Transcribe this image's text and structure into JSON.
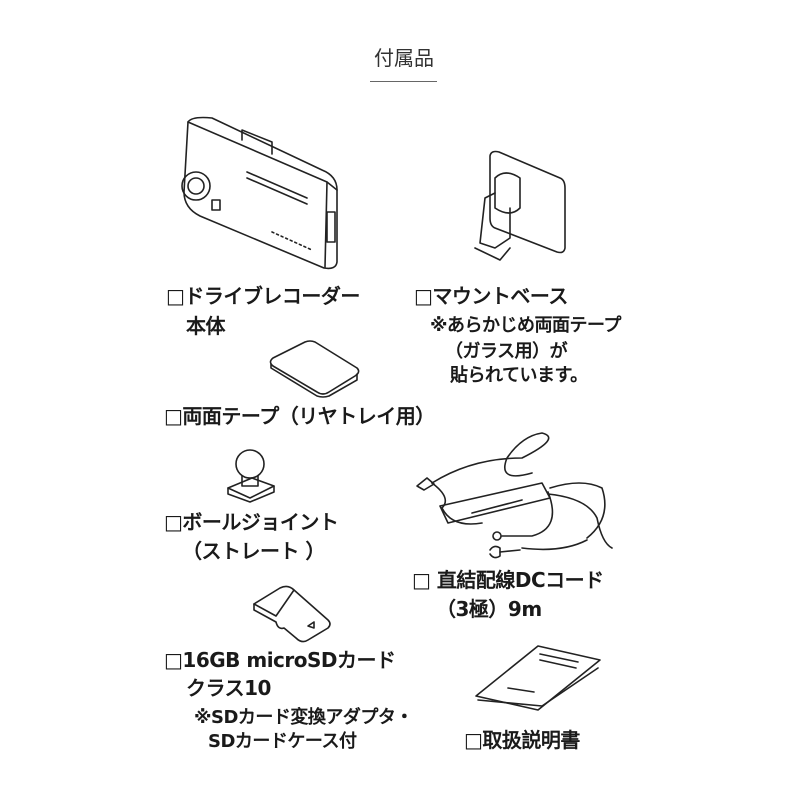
{
  "title": "付属品",
  "items": [
    {
      "label": "□ドライブレコーダー",
      "sub": "本体"
    },
    {
      "label": "□マウントベース",
      "notes": [
        "※あらかじめ両面テープ",
        "（ガラス用）が",
        "貼られています。"
      ]
    },
    {
      "label": "□両面テープ（リヤトレイ用）"
    },
    {
      "label": "□ボールジョイント",
      "sub": "（ストレート ）"
    },
    {
      "label": "□ 直結配線DCコード",
      "sub": "（3極）9m"
    },
    {
      "label": "□16GB microSDカード",
      "sub": "クラス10",
      "notes": [
        "※SDカード変換アダプタ・",
        "SDカードケース付"
      ]
    },
    {
      "label": "□取扱説明書"
    }
  ]
}
